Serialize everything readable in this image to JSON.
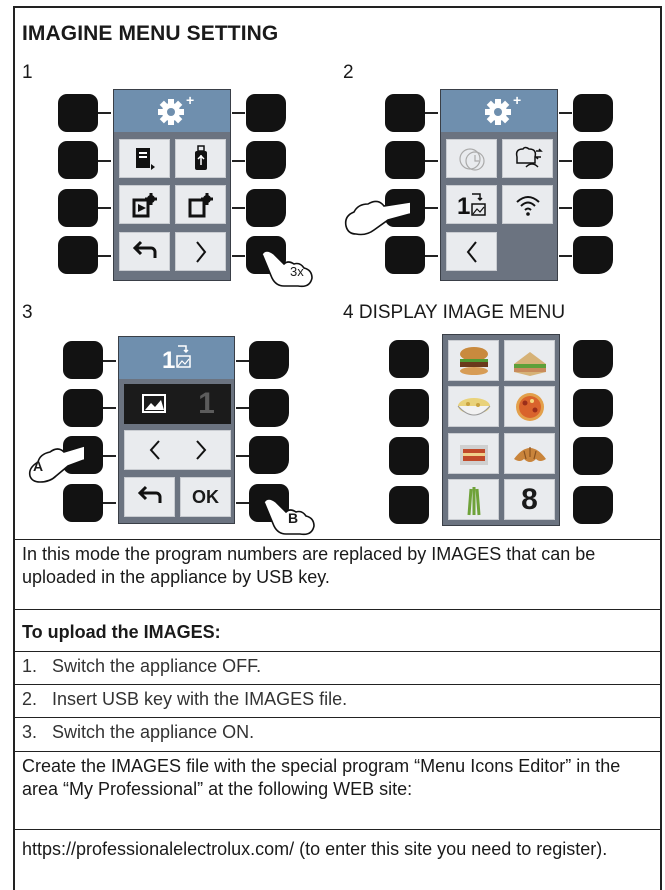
{
  "title": "IMAGINE MENU SETTING",
  "steps": [
    {
      "num": "1"
    },
    {
      "num": "2"
    },
    {
      "num": "3"
    },
    {
      "num": "4",
      "title": "DISPLAY IMAGE MENU"
    }
  ],
  "step1": {
    "press_label": "3x"
  },
  "step3": {
    "image_number": "1",
    "ok_label": "OK",
    "label_a": "A",
    "label_b": "B"
  },
  "step4": {
    "cells": [
      "burger-image",
      "sandwich-image",
      "pasta-image",
      "pizza-image",
      "lasagna-image",
      "croissant-image",
      "asparagus-image",
      "8"
    ]
  },
  "intro": "In this mode the program numbers are replaced by IMAGES that can be uploaded in the appliance by USB key.",
  "upload": {
    "heading": "To upload the IMAGES:",
    "steps": [
      {
        "n": "1.",
        "text": "Switch the appliance OFF."
      },
      {
        "n": "2.",
        "text": "Insert USB key with the IMAGES file."
      },
      {
        "n": "3.",
        "text": "Switch the appliance ON."
      }
    ]
  },
  "create_text": "Create the IMAGES file with the special program “Menu Icons Editor” in the area “My Professional” at the following WEB site:",
  "url_text": "https://professionalelectrolux.com/ (to enter this site you need to register).",
  "colors": {
    "screen_header": "#6f8fae",
    "screen_body": "#6b7380",
    "button": "#121212"
  }
}
